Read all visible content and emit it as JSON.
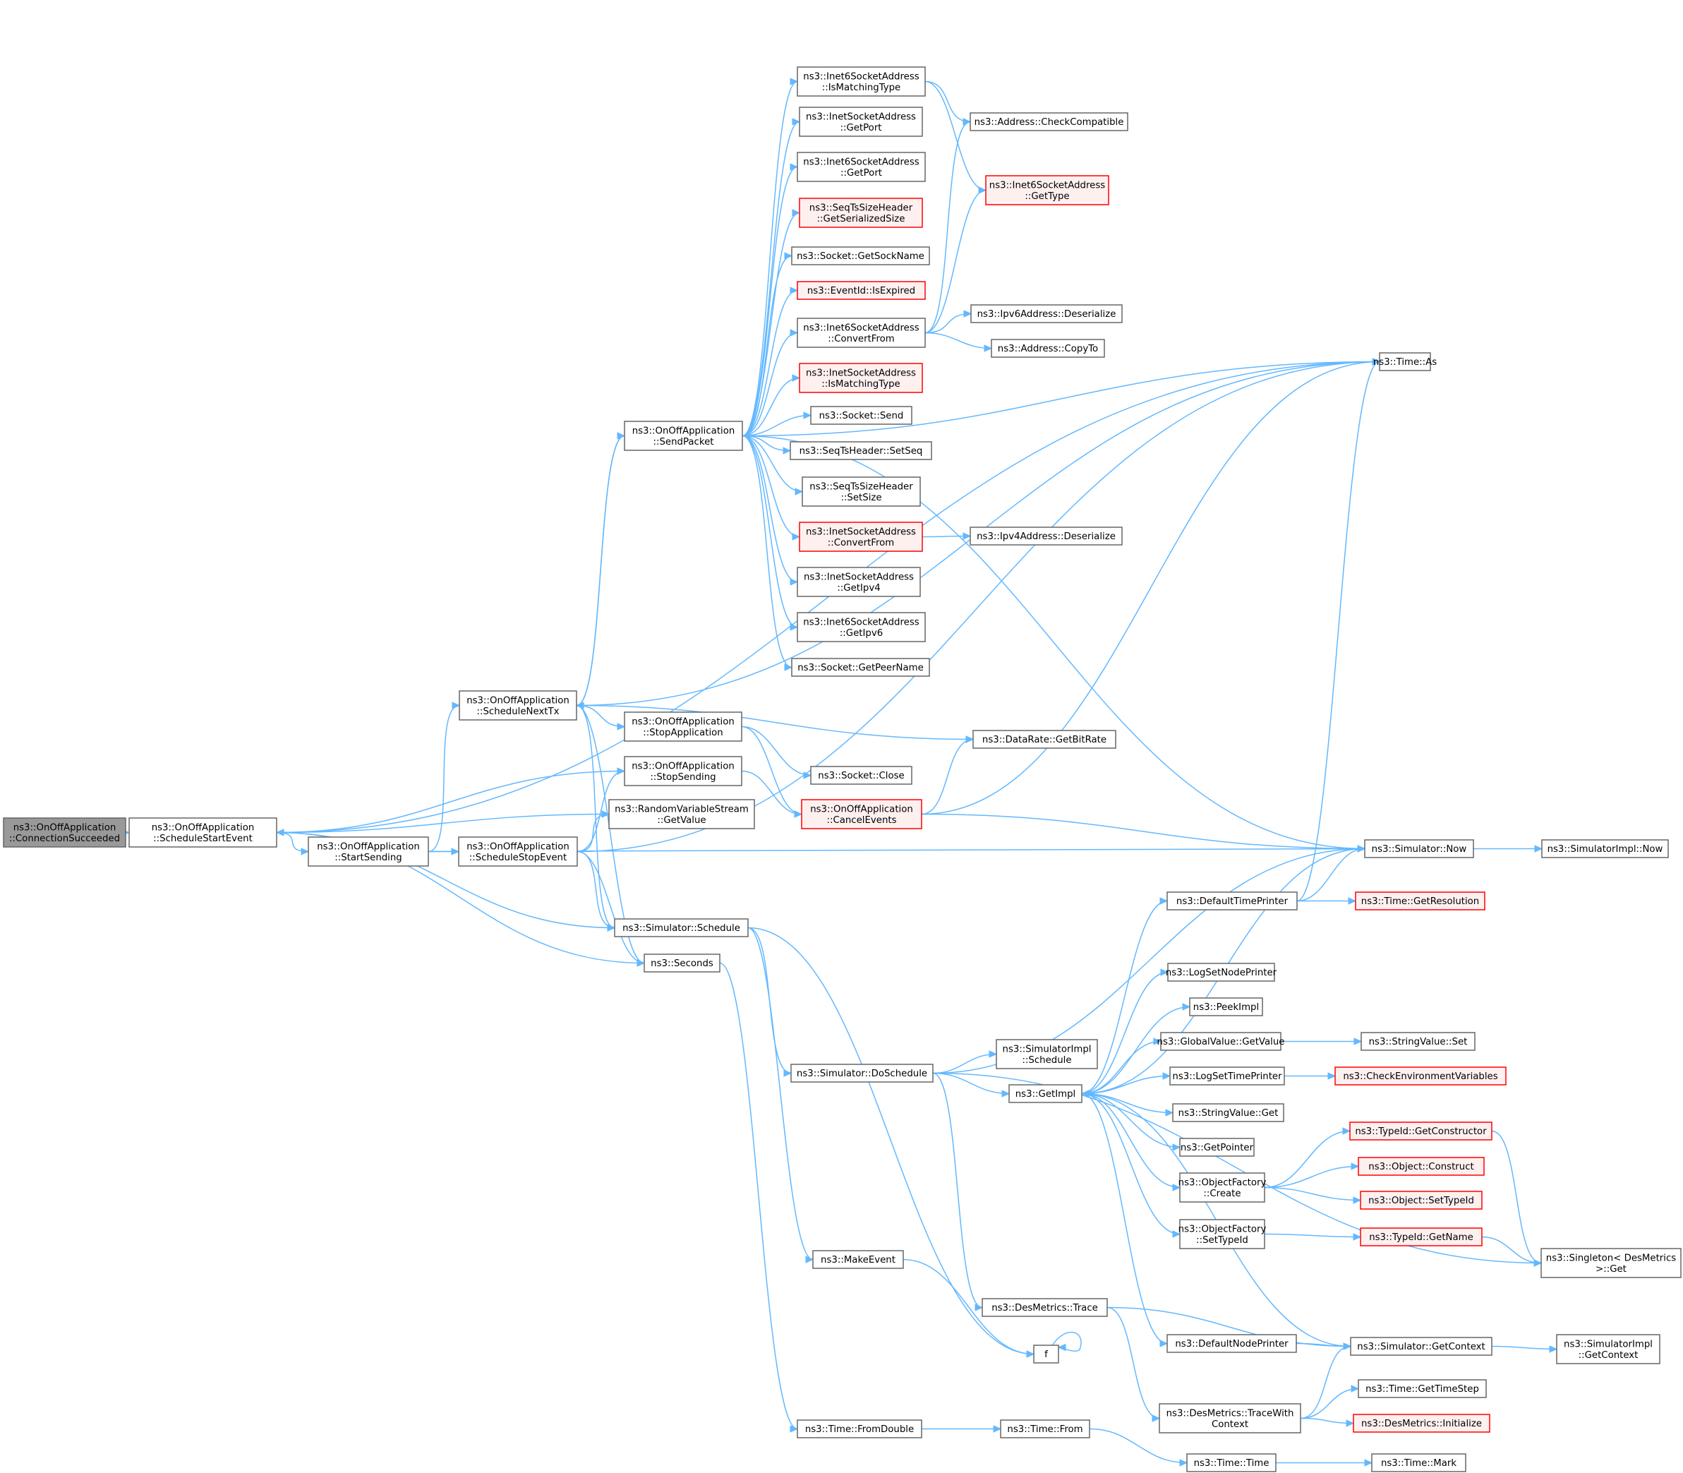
{
  "graph": {
    "type": "doxygen-call-graph",
    "root": "n0",
    "nodes": [
      {
        "id": "n0",
        "lines": [
          "ns3::OnOffApplication",
          "::ConnectionSucceeded"
        ],
        "style": "root"
      },
      {
        "id": "n1",
        "lines": [
          "ns3::OnOffApplication",
          "::ScheduleStartEvent"
        ],
        "style": "normal"
      },
      {
        "id": "n2",
        "lines": [
          "ns3::Time::As"
        ],
        "style": "normal"
      },
      {
        "id": "n3",
        "lines": [
          "ns3::RandomVariableStream",
          "::GetValue"
        ],
        "style": "normal"
      },
      {
        "id": "n4",
        "lines": [
          "ns3::Seconds"
        ],
        "style": "normal"
      },
      {
        "id": "n5",
        "lines": [
          "ns3::Time::FromDouble"
        ],
        "style": "normal"
      },
      {
        "id": "n6",
        "lines": [
          "ns3::Time::From"
        ],
        "style": "normal"
      },
      {
        "id": "n7",
        "lines": [
          "ns3::Time::Time"
        ],
        "style": "normal"
      },
      {
        "id": "n8",
        "lines": [
          "ns3::Time::Mark"
        ],
        "style": "normal"
      },
      {
        "id": "n9",
        "lines": [
          "ns3::Simulator::Schedule"
        ],
        "style": "normal"
      },
      {
        "id": "n10",
        "lines": [
          "ns3::Simulator::DoSchedule"
        ],
        "style": "normal"
      },
      {
        "id": "n11",
        "lines": [
          "ns3::Singleton< DesMetrics",
          ">::Get"
        ],
        "style": "normal"
      },
      {
        "id": "n12",
        "lines": [
          "ns3::GetImpl"
        ],
        "style": "normal"
      },
      {
        "id": "n13",
        "lines": [
          "ns3::DefaultNodePrinter"
        ],
        "style": "normal"
      },
      {
        "id": "n14",
        "lines": [
          "ns3::Simulator::GetContext"
        ],
        "style": "normal"
      },
      {
        "id": "n15",
        "lines": [
          "ns3::SimulatorImpl",
          "::GetContext"
        ],
        "style": "normal"
      },
      {
        "id": "n16",
        "lines": [
          "ns3::DefaultTimePrinter"
        ],
        "style": "normal"
      },
      {
        "id": "n17",
        "lines": [
          "ns3::Time::GetResolution"
        ],
        "style": "red"
      },
      {
        "id": "n18",
        "lines": [
          "ns3::Simulator::Now"
        ],
        "style": "normal"
      },
      {
        "id": "n19",
        "lines": [
          "ns3::SimulatorImpl::Now"
        ],
        "style": "normal"
      },
      {
        "id": "n20",
        "lines": [
          "ns3::GetPointer"
        ],
        "style": "normal"
      },
      {
        "id": "n21",
        "lines": [
          "ns3::GlobalValue::GetValue"
        ],
        "style": "normal"
      },
      {
        "id": "n22",
        "lines": [
          "ns3::StringValue::Set"
        ],
        "style": "normal"
      },
      {
        "id": "n23",
        "lines": [
          "ns3::LogSetNodePrinter"
        ],
        "style": "normal"
      },
      {
        "id": "n24",
        "lines": [
          "ns3::LogSetTimePrinter"
        ],
        "style": "normal"
      },
      {
        "id": "n25",
        "lines": [
          "ns3::CheckEnvironmentVariables"
        ],
        "style": "red"
      },
      {
        "id": "n26",
        "lines": [
          "ns3::ObjectFactory",
          "::Create"
        ],
        "style": "normal"
      },
      {
        "id": "n27",
        "lines": [
          "ns3::Object::Construct"
        ],
        "style": "red"
      },
      {
        "id": "n28",
        "lines": [
          "ns3::TypeId::GetConstructor"
        ],
        "style": "red"
      },
      {
        "id": "n29",
        "lines": [
          "ns3::Object::SetTypeId"
        ],
        "style": "red"
      },
      {
        "id": "n30",
        "lines": [
          "ns3::ObjectFactory",
          "::SetTypeId"
        ],
        "style": "normal"
      },
      {
        "id": "n31",
        "lines": [
          "ns3::TypeId::GetName"
        ],
        "style": "red"
      },
      {
        "id": "n32",
        "lines": [
          "ns3::PeekImpl"
        ],
        "style": "normal"
      },
      {
        "id": "n33",
        "lines": [
          "ns3::StringValue::Get"
        ],
        "style": "normal"
      },
      {
        "id": "n34",
        "lines": [
          "ns3::SimulatorImpl",
          "::Schedule"
        ],
        "style": "normal"
      },
      {
        "id": "n35",
        "lines": [
          "ns3::DesMetrics::Trace"
        ],
        "style": "normal"
      },
      {
        "id": "n36",
        "lines": [
          "ns3::DesMetrics::TraceWith",
          "Context"
        ],
        "style": "normal"
      },
      {
        "id": "n37",
        "lines": [
          "ns3::Time::GetTimeStep"
        ],
        "style": "normal"
      },
      {
        "id": "n38",
        "lines": [
          "ns3::DesMetrics::Initialize"
        ],
        "style": "red"
      },
      {
        "id": "n39",
        "lines": [
          "f"
        ],
        "style": "normal"
      },
      {
        "id": "n40",
        "lines": [
          "ns3::MakeEvent"
        ],
        "style": "normal"
      },
      {
        "id": "n41",
        "lines": [
          "ns3::OnOffApplication",
          "::StartSending"
        ],
        "style": "normal"
      },
      {
        "id": "n42",
        "lines": [
          "ns3::OnOffApplication",
          "::ScheduleNextTx"
        ],
        "style": "normal"
      },
      {
        "id": "n43",
        "lines": [
          "ns3::DataRate::GetBitRate"
        ],
        "style": "normal"
      },
      {
        "id": "n44",
        "lines": [
          "ns3::OnOffApplication",
          "::SendPacket"
        ],
        "style": "normal"
      },
      {
        "id": "n45",
        "lines": [
          "ns3::Inet6SocketAddress",
          "::ConvertFrom"
        ],
        "style": "normal"
      },
      {
        "id": "n46",
        "lines": [
          "ns3::Address::CheckCompatible"
        ],
        "style": "normal"
      },
      {
        "id": "n47",
        "lines": [
          "ns3::Address::CopyTo"
        ],
        "style": "normal"
      },
      {
        "id": "n48",
        "lines": [
          "ns3::Ipv6Address::Deserialize"
        ],
        "style": "normal"
      },
      {
        "id": "n49",
        "lines": [
          "ns3::Inet6SocketAddress",
          "::GetType"
        ],
        "style": "red"
      },
      {
        "id": "n50",
        "lines": [
          "ns3::InetSocketAddress",
          "::ConvertFrom"
        ],
        "style": "red"
      },
      {
        "id": "n51",
        "lines": [
          "ns3::Ipv4Address::Deserialize"
        ],
        "style": "normal"
      },
      {
        "id": "n52",
        "lines": [
          "ns3::InetSocketAddress",
          "::GetIpv4"
        ],
        "style": "normal"
      },
      {
        "id": "n53",
        "lines": [
          "ns3::Inet6SocketAddress",
          "::GetIpv6"
        ],
        "style": "normal"
      },
      {
        "id": "n54",
        "lines": [
          "ns3::Socket::GetPeerName"
        ],
        "style": "normal"
      },
      {
        "id": "n55",
        "lines": [
          "ns3::InetSocketAddress",
          "::GetPort"
        ],
        "style": "normal"
      },
      {
        "id": "n56",
        "lines": [
          "ns3::Inet6SocketAddress",
          "::GetPort"
        ],
        "style": "normal"
      },
      {
        "id": "n57",
        "lines": [
          "ns3::SeqTsSizeHeader",
          "::GetSerializedSize"
        ],
        "style": "red"
      },
      {
        "id": "n58",
        "lines": [
          "ns3::Socket::GetSockName"
        ],
        "style": "normal"
      },
      {
        "id": "n59",
        "lines": [
          "ns3::EventId::IsExpired"
        ],
        "style": "red"
      },
      {
        "id": "n60",
        "lines": [
          "ns3::InetSocketAddress",
          "::IsMatchingType"
        ],
        "style": "red"
      },
      {
        "id": "n61",
        "lines": [
          "ns3::Inet6SocketAddress",
          "::IsMatchingType"
        ],
        "style": "normal"
      },
      {
        "id": "n62",
        "lines": [
          "ns3::Socket::Send"
        ],
        "style": "normal"
      },
      {
        "id": "n63",
        "lines": [
          "ns3::SeqTsHeader::SetSeq"
        ],
        "style": "normal"
      },
      {
        "id": "n64",
        "lines": [
          "ns3::SeqTsSizeHeader",
          "::SetSize"
        ],
        "style": "normal"
      },
      {
        "id": "n65",
        "lines": [
          "ns3::OnOffApplication",
          "::StopApplication"
        ],
        "style": "normal"
      },
      {
        "id": "n66",
        "lines": [
          "ns3::OnOffApplication",
          "::CancelEvents"
        ],
        "style": "red"
      },
      {
        "id": "n67",
        "lines": [
          "ns3::Socket::Close"
        ],
        "style": "normal"
      },
      {
        "id": "n68",
        "lines": [
          "ns3::OnOffApplication",
          "::ScheduleStopEvent"
        ],
        "style": "normal"
      },
      {
        "id": "n69",
        "lines": [
          "ns3::OnOffApplication",
          "::StopSending"
        ],
        "style": "normal"
      }
    ],
    "edges": [
      [
        "n0",
        "n1"
      ],
      [
        "n1",
        "n2"
      ],
      [
        "n1",
        "n3"
      ],
      [
        "n1",
        "n4"
      ],
      [
        "n1",
        "n9"
      ],
      [
        "n1",
        "n41"
      ],
      [
        "n4",
        "n5"
      ],
      [
        "n5",
        "n6"
      ],
      [
        "n6",
        "n7"
      ],
      [
        "n7",
        "n8"
      ],
      [
        "n9",
        "n10"
      ],
      [
        "n9",
        "n39"
      ],
      [
        "n9",
        "n40"
      ],
      [
        "n10",
        "n11"
      ],
      [
        "n10",
        "n12"
      ],
      [
        "n10",
        "n18"
      ],
      [
        "n10",
        "n34"
      ],
      [
        "n10",
        "n35"
      ],
      [
        "n12",
        "n13"
      ],
      [
        "n12",
        "n16"
      ],
      [
        "n12",
        "n20"
      ],
      [
        "n12",
        "n21"
      ],
      [
        "n12",
        "n23"
      ],
      [
        "n12",
        "n24"
      ],
      [
        "n12",
        "n26"
      ],
      [
        "n12",
        "n30"
      ],
      [
        "n12",
        "n32"
      ],
      [
        "n12",
        "n33"
      ],
      [
        "n13",
        "n14"
      ],
      [
        "n14",
        "n12"
      ],
      [
        "n14",
        "n15"
      ],
      [
        "n16",
        "n2"
      ],
      [
        "n16",
        "n17"
      ],
      [
        "n16",
        "n18"
      ],
      [
        "n18",
        "n12"
      ],
      [
        "n18",
        "n19"
      ],
      [
        "n21",
        "n22"
      ],
      [
        "n24",
        "n25"
      ],
      [
        "n26",
        "n27"
      ],
      [
        "n26",
        "n28"
      ],
      [
        "n26",
        "n29"
      ],
      [
        "n28",
        "n11"
      ],
      [
        "n30",
        "n31"
      ],
      [
        "n31",
        "n11"
      ],
      [
        "n35",
        "n14"
      ],
      [
        "n35",
        "n36"
      ],
      [
        "n36",
        "n14"
      ],
      [
        "n36",
        "n37"
      ],
      [
        "n36",
        "n38"
      ],
      [
        "n39",
        "n39"
      ],
      [
        "n40",
        "n39"
      ],
      [
        "n41",
        "n18"
      ],
      [
        "n41",
        "n42"
      ],
      [
        "n41",
        "n68"
      ],
      [
        "n42",
        "n2"
      ],
      [
        "n42",
        "n4"
      ],
      [
        "n42",
        "n9"
      ],
      [
        "n42",
        "n43"
      ],
      [
        "n42",
        "n44"
      ],
      [
        "n42",
        "n65"
      ],
      [
        "n44",
        "n2"
      ],
      [
        "n44",
        "n18"
      ],
      [
        "n44",
        "n42"
      ],
      [
        "n44",
        "n45"
      ],
      [
        "n44",
        "n50"
      ],
      [
        "n44",
        "n52"
      ],
      [
        "n44",
        "n53"
      ],
      [
        "n44",
        "n54"
      ],
      [
        "n44",
        "n55"
      ],
      [
        "n44",
        "n56"
      ],
      [
        "n44",
        "n57"
      ],
      [
        "n44",
        "n58"
      ],
      [
        "n44",
        "n59"
      ],
      [
        "n44",
        "n60"
      ],
      [
        "n44",
        "n61"
      ],
      [
        "n44",
        "n62"
      ],
      [
        "n44",
        "n63"
      ],
      [
        "n44",
        "n64"
      ],
      [
        "n45",
        "n46"
      ],
      [
        "n45",
        "n47"
      ],
      [
        "n45",
        "n48"
      ],
      [
        "n45",
        "n49"
      ],
      [
        "n50",
        "n51"
      ],
      [
        "n61",
        "n46"
      ],
      [
        "n61",
        "n49"
      ],
      [
        "n65",
        "n66"
      ],
      [
        "n65",
        "n67"
      ],
      [
        "n66",
        "n2"
      ],
      [
        "n66",
        "n18"
      ],
      [
        "n66",
        "n43"
      ],
      [
        "n68",
        "n2"
      ],
      [
        "n68",
        "n3"
      ],
      [
        "n68",
        "n4"
      ],
      [
        "n68",
        "n9"
      ],
      [
        "n68",
        "n69"
      ],
      [
        "n69",
        "n1"
      ],
      [
        "n69",
        "n66"
      ]
    ]
  }
}
